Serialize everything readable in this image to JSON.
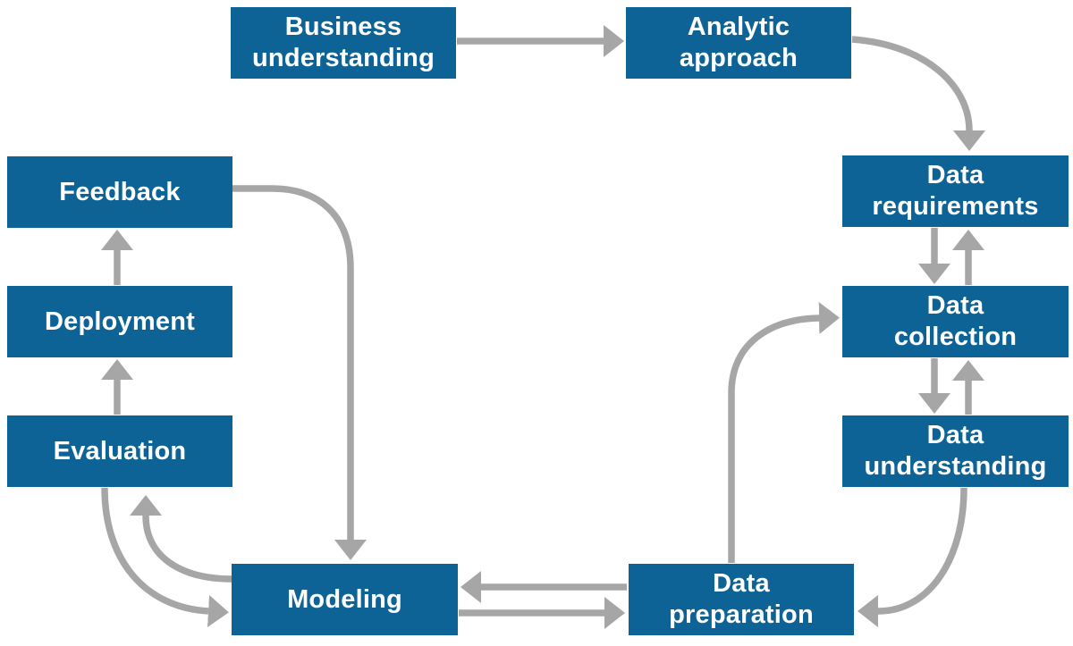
{
  "diagram": {
    "background": "#ffffff",
    "node_fill": "#0d6296",
    "node_text_color": "#ffffff",
    "arrow_color": "#a6a6a6",
    "nodes": {
      "business_understanding": {
        "label": "Business\nunderstanding"
      },
      "analytic_approach": {
        "label": "Analytic\napproach"
      },
      "data_requirements": {
        "label": "Data\nrequirements"
      },
      "data_collection": {
        "label": "Data\ncollection"
      },
      "data_understanding": {
        "label": "Data\nunderstanding"
      },
      "data_preparation": {
        "label": "Data\npreparation"
      },
      "modeling": {
        "label": "Modeling"
      },
      "evaluation": {
        "label": "Evaluation"
      },
      "deployment": {
        "label": "Deployment"
      },
      "feedback": {
        "label": "Feedback"
      }
    },
    "edges": [
      {
        "from": "Business understanding",
        "to": "Analytic approach"
      },
      {
        "from": "Analytic approach",
        "to": "Data requirements"
      },
      {
        "from": "Data requirements",
        "to": "Data collection"
      },
      {
        "from": "Data collection",
        "to": "Data requirements"
      },
      {
        "from": "Data collection",
        "to": "Data understanding"
      },
      {
        "from": "Data understanding",
        "to": "Data collection"
      },
      {
        "from": "Data understanding",
        "to": "Data preparation"
      },
      {
        "from": "Data preparation",
        "to": "Modeling"
      },
      {
        "from": "Modeling",
        "to": "Data preparation"
      },
      {
        "from": "Data preparation",
        "to": "Data collection"
      },
      {
        "from": "Feedback",
        "to": "Modeling"
      },
      {
        "from": "Evaluation",
        "to": "Deployment"
      },
      {
        "from": "Deployment",
        "to": "Feedback"
      },
      {
        "from": "Evaluation",
        "to": "Modeling"
      },
      {
        "from": "Modeling",
        "to": "Evaluation"
      }
    ]
  }
}
